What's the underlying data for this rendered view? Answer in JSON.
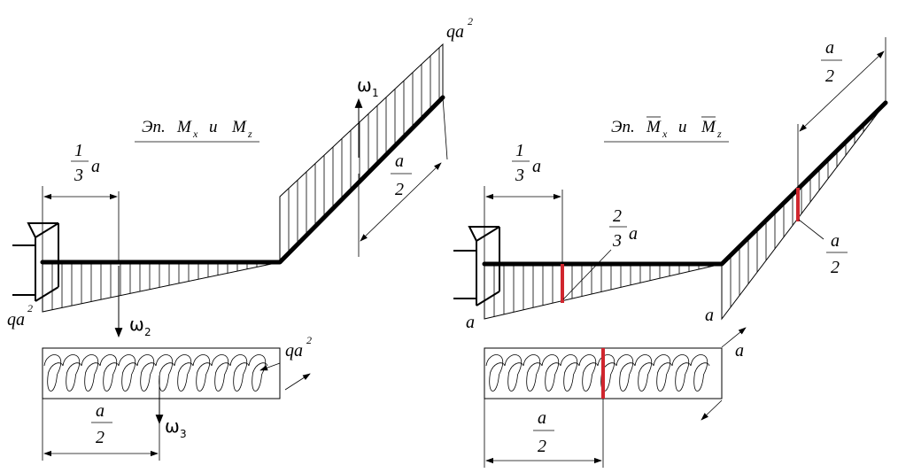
{
  "left": {
    "title": {
      "prefix": "Эп.",
      "m1": "M",
      "s1": "x",
      "mid": "и",
      "m2": "M",
      "s2": "z"
    },
    "labels": {
      "qa_left": {
        "q": "qa",
        "p": "2"
      },
      "qa_top": {
        "q": "qa",
        "p": "2"
      },
      "qa_right": {
        "q": "qa",
        "p": "2"
      },
      "third_num": "1",
      "third_den": "3",
      "third_a": "a",
      "half_bottom_num": "a",
      "half_bottom_den": "2",
      "half_right_num": "a",
      "half_right_den": "2"
    },
    "omegas": [
      {
        "sym": "ω",
        "sub": "1"
      },
      {
        "sym": "ω",
        "sub": "2"
      },
      {
        "sym": "ω",
        "sub": "3"
      }
    ]
  },
  "right": {
    "title": {
      "prefix": "Эп.",
      "m1": "M",
      "s1": "x",
      "mid": "и",
      "m2": "M",
      "s2": "z"
    },
    "labels": {
      "third_num": "1",
      "third_den": "3",
      "third_a": "a",
      "two_third_num": "2",
      "two_third_den": "3",
      "two_third_a": "a",
      "a_left": "a",
      "a_corner": "a",
      "a_arrow": "a",
      "half_top_num": "a",
      "half_top_den": "2",
      "half_diag_num": "a",
      "half_diag_den": "2",
      "half_bottom_num": "a",
      "half_bottom_den": "2"
    }
  }
}
